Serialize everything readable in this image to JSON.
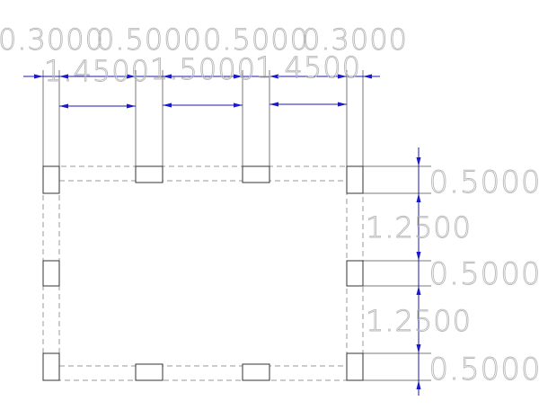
{
  "colors": {
    "dimension_line": "#1a1ab0",
    "arrowhead": "#1a1acc",
    "extension_line": "#7a7a7a",
    "dimension_text": "#b8b8b8",
    "column_outline": "#333333",
    "dashed_outline": "#9a9a9a"
  },
  "dimensions": {
    "top_row_1": [
      "0.3000",
      "0.5000",
      "0.5000",
      "0.3000"
    ],
    "top_row_2": [
      "1.4500",
      "1.5000",
      "1.4500"
    ],
    "right_column": [
      "0.5000",
      "1.2500",
      "0.5000",
      "1.2500",
      "0.5000"
    ]
  }
}
